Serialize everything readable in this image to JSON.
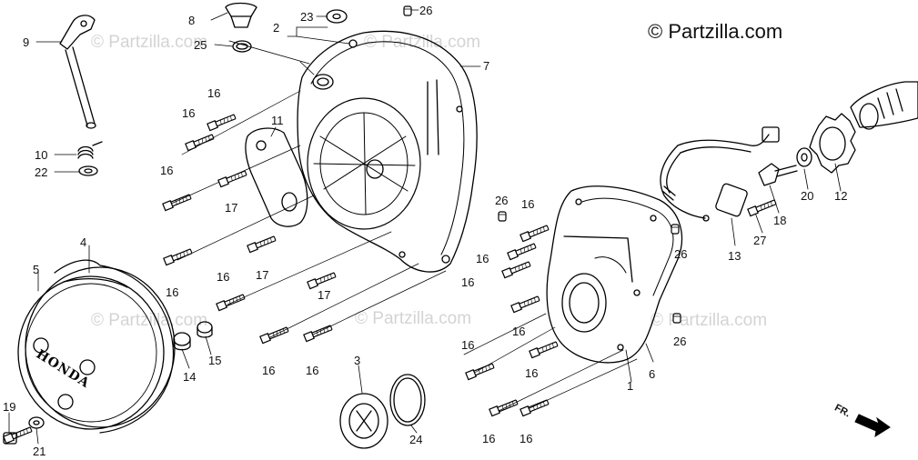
{
  "copyright": "© Partzilla.com",
  "watermark": "© Partzilla.com",
  "direction_marker": "FR.",
  "cover_logo": "HONDA",
  "part_labels": {
    "p1": "1",
    "p2": "2",
    "p3": "3",
    "p4": "4",
    "p5": "5",
    "p6": "6",
    "p7": "7",
    "p8": "8",
    "p9": "9",
    "p10": "10",
    "p11": "11",
    "p12": "12",
    "p13": "13",
    "p14": "14",
    "p15": "15",
    "p16": "16",
    "p17": "17",
    "p18": "18",
    "p19": "19",
    "p20": "20",
    "p21": "21",
    "p22": "22",
    "p23": "23",
    "p24": "24",
    "p25": "25",
    "p26": "26",
    "p27": "27"
  }
}
